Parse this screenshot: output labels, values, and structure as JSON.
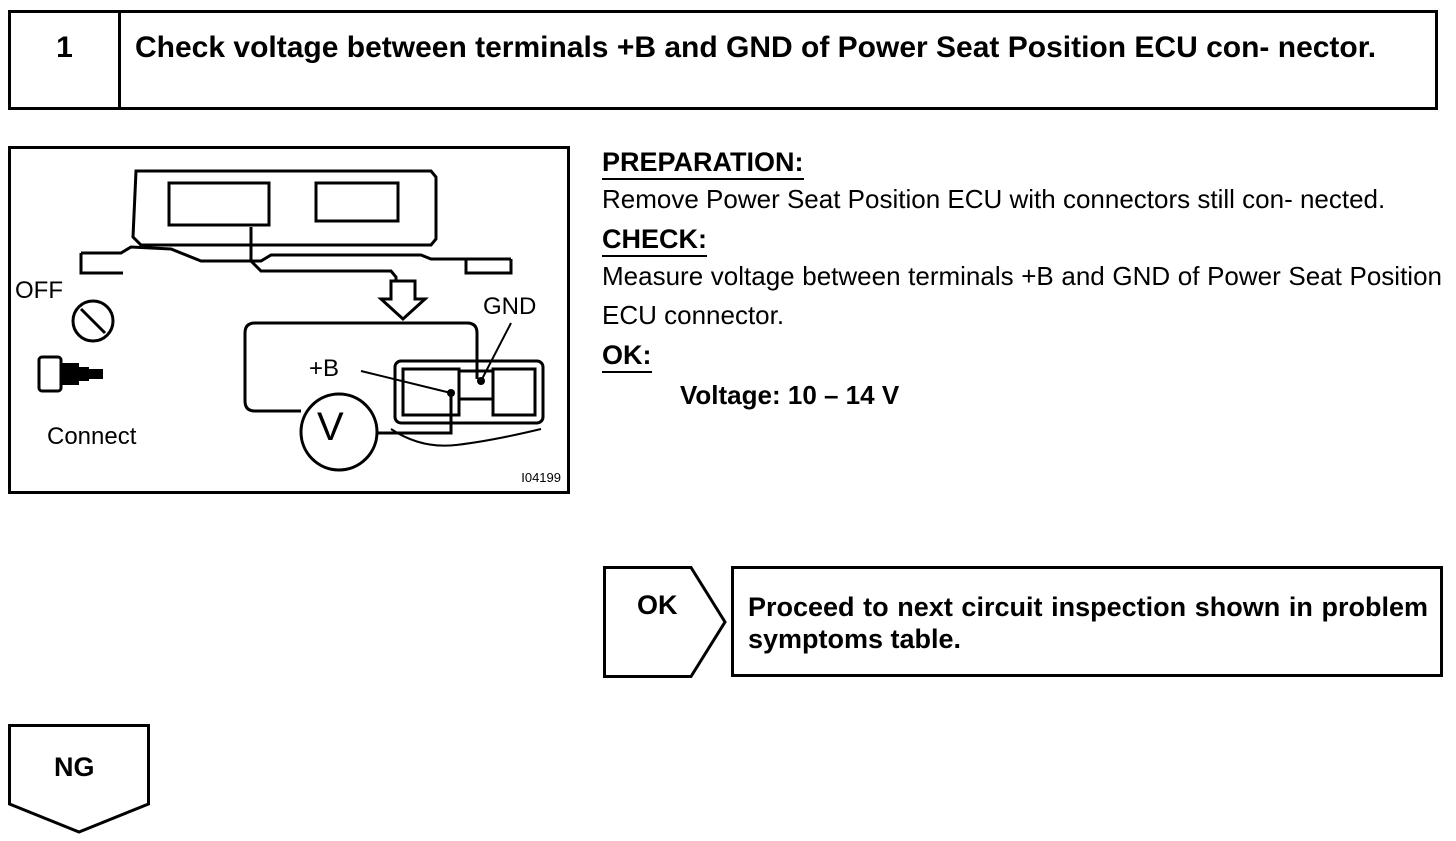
{
  "header": {
    "step_number": "1",
    "title": "Check voltage between terminals +B and GND of Power Seat Position ECU con- nector."
  },
  "figure": {
    "label_off": "OFF",
    "label_connect": "Connect",
    "label_gnd": "GND",
    "label_plus_b": "+B",
    "label_v": "V",
    "figure_id": "I04199",
    "icons": [
      "ignition-switch-off-icon",
      "connector-plug-icon",
      "voltmeter-icon",
      "down-arrow-icon"
    ]
  },
  "instructions": {
    "preparation_head": "PREPARATION:",
    "preparation_text": "Remove Power Seat Position ECU with connectors still con- nected.",
    "check_head": "CHECK:",
    "check_text": "Measure voltage between terminals +B and GND of Power Seat Position ECU connector.",
    "ok_head": "OK:",
    "ok_spec": "Voltage: 10 – 14 V"
  },
  "results": {
    "ok_label": "OK",
    "ok_action": "Proceed to next circuit inspection shown in problem symptoms table.",
    "ng_label": "NG"
  }
}
